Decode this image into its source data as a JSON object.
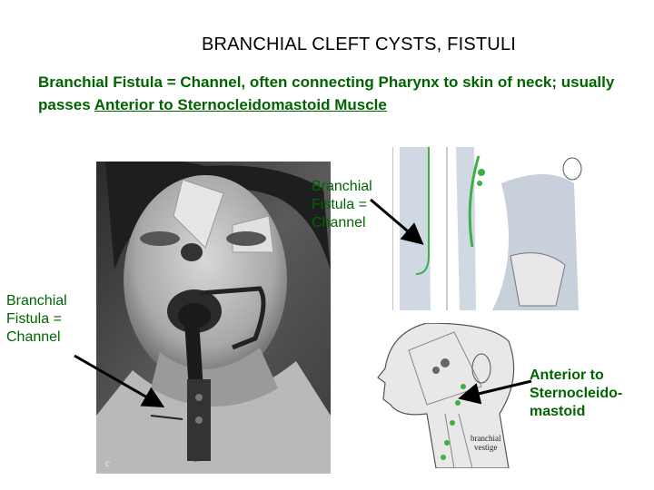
{
  "slide": {
    "title": "BRANCHIAL CLEFT CYSTS, FISTULI",
    "intro_text": "Branchial Fistula = Channel, often connecting Pharynx to skin of neck; usually passes ",
    "intro_underlined": "Anterior to Sternocleidomastoid Muscle"
  },
  "labels": {
    "top": [
      "Branchial",
      "Fistula =",
      "Channel"
    ],
    "left": [
      "Branchial",
      "Fistula =",
      "Channel"
    ],
    "right": [
      "Anterior to",
      "Sternocleido-",
      "mastoid"
    ]
  },
  "figures": {
    "photo_caption": "c",
    "diagram_label": [
      "branchial",
      "vestige"
    ]
  },
  "colors": {
    "label_green": "#006400",
    "fistula_green": "#3cb043",
    "arrow": "#000000"
  }
}
